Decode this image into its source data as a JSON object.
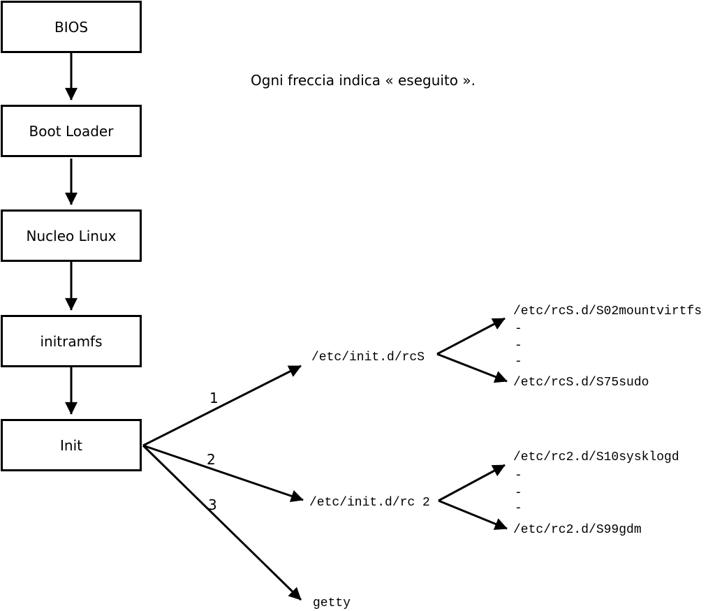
{
  "caption": "Ogni freccia indica « eseguito ».",
  "colors": {
    "line": "#000000",
    "background": "#ffffff"
  },
  "flow_boxes": [
    {
      "label": "BIOS"
    },
    {
      "label": "Boot Loader"
    },
    {
      "label": "Nucleo Linux"
    },
    {
      "label": "initramfs"
    },
    {
      "label": "Init"
    }
  ],
  "branches": [
    {
      "number": "1",
      "target": "/etc/init.d/rcS",
      "children": [
        "/etc/rcS.d/S02mountvirtfs",
        "-",
        "-",
        "-",
        "/etc/rcS.d/S75sudo"
      ]
    },
    {
      "number": "2",
      "target": "/etc/init.d/rc 2",
      "children": [
        "/etc/rc2.d/S10sysklogd",
        "-",
        "-",
        "-",
        "/etc/rc2.d/S99gdm"
      ]
    },
    {
      "number": "3",
      "target": "getty",
      "children": []
    }
  ]
}
